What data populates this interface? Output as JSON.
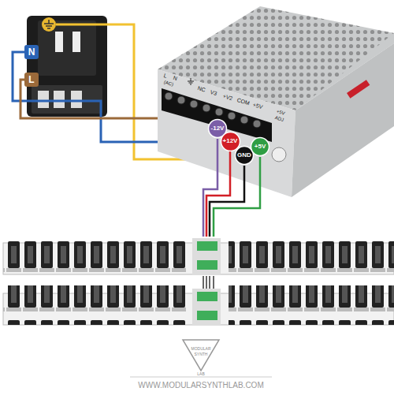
{
  "diagram": {
    "nodes": [
      {
        "text": [
          "N"
        ]
      },
      {
        "text": [
          "L"
        ]
      },
      {
        "text": [
          "-12V"
        ]
      },
      {
        "text": [
          "+12V"
        ]
      },
      {
        "text": [
          "GND"
        ]
      },
      {
        "text": [
          "+5V"
        ]
      }
    ],
    "labels": [
      "L",
      "N",
      "(AC)",
      "NC",
      "V3",
      "+V2",
      "COM",
      "+5V",
      "+5V",
      "ADJ",
      "MODULAR",
      "SYNTH",
      "LAB",
      "WWW.MODULARSYNTHLAB.COM"
    ]
  }
}
